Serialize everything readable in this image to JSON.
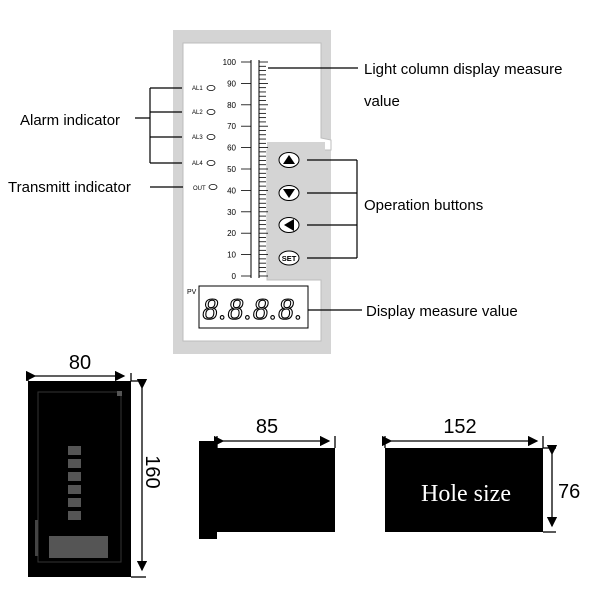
{
  "panel": {
    "scale_ticks": [
      "100",
      "90",
      "80",
      "70",
      "60",
      "50",
      "40",
      "30",
      "20",
      "10",
      "0"
    ],
    "alarm_leds": [
      "AL1",
      "AL2",
      "AL3",
      "AL4"
    ],
    "out_led": "OUT",
    "pv_label": "PV",
    "display_digits": "8.8.8.8.",
    "set_label": "SET",
    "buttons": [
      "up-arrow-icon",
      "down-arrow-icon",
      "left-arrow-icon",
      "set-button"
    ]
  },
  "callouts": {
    "alarm_indicator": "Alarm indicator",
    "transmit_indicator": "Transmitt indicator",
    "light_column_line1": "Light column display measure",
    "light_column_line2": "value",
    "operation_buttons": "Operation buttons",
    "display_measure": "Display measure value"
  },
  "dimensions": {
    "front_width": "80",
    "front_height": "160",
    "side_depth": "85",
    "hole_width": "152",
    "hole_height": "76",
    "hole_label": "Hole size"
  },
  "colors": {
    "panel_bg": "#d4d4d4",
    "face_bg": "#ffffff",
    "device_black": "#000000",
    "line": "#000000"
  }
}
